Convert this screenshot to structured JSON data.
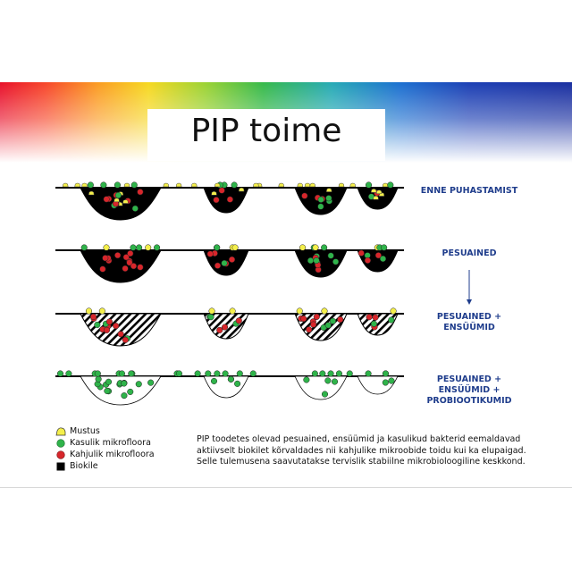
{
  "title": "PIP toime",
  "stages": [
    {
      "label": "ENNE PUHASTAMIST"
    },
    {
      "label": "PESUAINED"
    },
    {
      "label": "PESUAINED +\nENSÜÜMID"
    },
    {
      "label": "PESUAINED +\nENSÜÜMID +\nPROBIOOTIKUMID"
    }
  ],
  "legend": [
    {
      "label": "Mustus",
      "symbol": "dirt",
      "color": "#f4ef4b"
    },
    {
      "label": "Kasulik mikrofloora",
      "symbol": "dot",
      "color": "#2fb34a"
    },
    {
      "label": "Kahjulik mikrofloora",
      "symbol": "dot",
      "color": "#d7262b"
    },
    {
      "label": "Biokile",
      "symbol": "square",
      "color": "#000000"
    }
  ],
  "description": "PIP toodetes olevad pesuained, ensüümid ja kasulikud bakterid eemaldavad\naktiivselt biokilet kõrvaldades nii kahjulike mikroobide toidu kui ka elupaigad.\nSelle tulemusena saavutatakse tervislik stabiilne mikrobioloogiline keskkond.",
  "colors": {
    "label_blue": "#1f3d8c",
    "dirt": "#f4ef4b",
    "good": "#2fb34a",
    "bad": "#d7262b",
    "biofilm": "#000000"
  }
}
